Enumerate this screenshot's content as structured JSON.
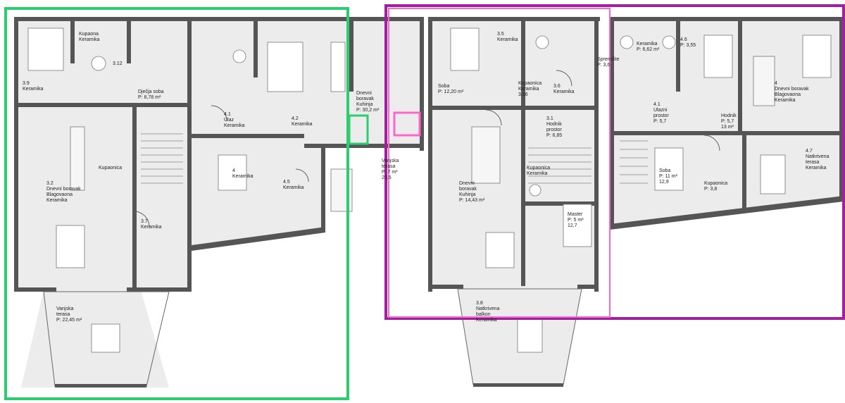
{
  "colors": {
    "green_outline": "#2ecc71",
    "purple_outline": "#a020a0",
    "pink_outline": "#ff66cc",
    "floor_fill": "#ececec",
    "wall_fill": "#555555"
  },
  "labels": [
    {
      "id": "l1",
      "lines": [
        "Kupaona",
        "Keramika"
      ]
    },
    {
      "id": "l2",
      "lines": [
        "3.12"
      ]
    },
    {
      "id": "l3",
      "lines": [
        "Dječja soba",
        "P: 8,78 m²"
      ]
    },
    {
      "id": "l4",
      "lines": [
        "3.9",
        "Keramika"
      ]
    },
    {
      "id": "l5",
      "lines": [
        "3.2",
        "Dnevni boravak",
        "Blagovaona",
        "Keramika"
      ]
    },
    {
      "id": "l6",
      "lines": [
        "Kupaonica"
      ]
    },
    {
      "id": "l7",
      "lines": [
        "3.7",
        "Keramika"
      ]
    },
    {
      "id": "l8",
      "lines": [
        "Vanjska",
        "terasa",
        "P: 22,45 m²"
      ]
    },
    {
      "id": "l9",
      "lines": [
        "4.1",
        "Ulaz",
        "Keramika"
      ]
    },
    {
      "id": "l10",
      "lines": [
        "4.2",
        "Keramika"
      ]
    },
    {
      "id": "l11",
      "lines": [
        "4",
        "Keramika"
      ]
    },
    {
      "id": "l12",
      "lines": [
        "4.5",
        "Keramika"
      ]
    },
    {
      "id": "l13",
      "lines": [
        "Dnevni",
        "boravak",
        "Kuhinja",
        "P: 30,2 m²"
      ]
    },
    {
      "id": "l14",
      "lines": [
        "Vanjska",
        "terasa",
        "P: 7 m²",
        "20,5"
      ]
    },
    {
      "id": "l15",
      "lines": [
        "Soba",
        "P: 12,20 m²"
      ]
    },
    {
      "id": "l16",
      "lines": [
        "3.5",
        "Keramika"
      ]
    },
    {
      "id": "l17",
      "lines": [
        "Kupaonica",
        "Keramika",
        "3.16"
      ]
    },
    {
      "id": "l18",
      "lines": [
        "3.6",
        "Keramika"
      ]
    },
    {
      "id": "l19",
      "lines": [
        "Spremište",
        "P: 3,6"
      ]
    },
    {
      "id": "l20",
      "lines": [
        "3.1",
        "Hodnik",
        "prostor",
        "P: 6,85"
      ]
    },
    {
      "id": "l21",
      "lines": [
        "Dnevni",
        "boravak",
        "Kuhinja",
        "P: 14,43 m²"
      ]
    },
    {
      "id": "l22",
      "lines": [
        "Kupaonica",
        "Keramika"
      ]
    },
    {
      "id": "l23",
      "lines": [
        "Master",
        "P: 5 m²",
        "12,7"
      ]
    },
    {
      "id": "l24",
      "lines": [
        "3.8",
        "Natkrivena",
        "balkon",
        "Keramika"
      ]
    },
    {
      "id": "l25",
      "lines": [
        "Keramika",
        "P: 6,62 m²"
      ]
    },
    {
      "id": "l26",
      "lines": [
        "4.6",
        "P: 3,55"
      ]
    },
    {
      "id": "l27",
      "lines": [
        "4",
        "Dnevni boravak",
        "Blagovaona",
        "Keramika"
      ]
    },
    {
      "id": "l28",
      "lines": [
        "4.1",
        "Ulazni",
        "prostor",
        "P: 5,7"
      ]
    },
    {
      "id": "l29",
      "lines": [
        "Hodnik",
        "P: 5,7",
        "13 m²"
      ]
    },
    {
      "id": "l30",
      "lines": [
        "Soba",
        "P: 11 m²",
        "12,9"
      ]
    },
    {
      "id": "l31",
      "lines": [
        "Kupaonica",
        "P: 3,8"
      ]
    },
    {
      "id": "l32",
      "lines": [
        "4.7",
        "Natkrivena",
        "terasa",
        "Keramika"
      ]
    }
  ]
}
